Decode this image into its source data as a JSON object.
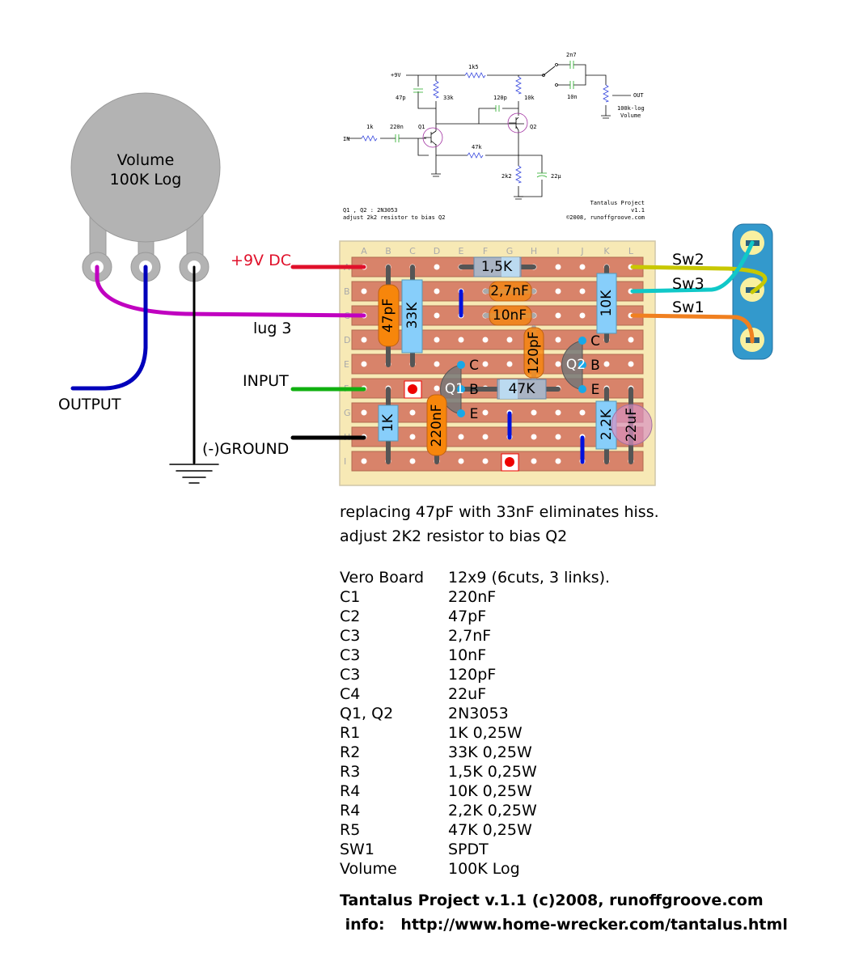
{
  "schematic": {
    "supply": "+9V",
    "r_1k5": "1k5",
    "c_47p": "47p",
    "r_33k": "33k",
    "c_120p": "120p",
    "r_10k": "10k",
    "in": "IN",
    "r_1k": "1k",
    "c_220n": "220n",
    "q1": "Q1",
    "q2": "Q2",
    "r_47k": "47k",
    "r_2k2": "2k2",
    "c_22u": "22μ",
    "c_2n7": "2n7",
    "c_10n": "10n",
    "out": "OUT",
    "pot1": "100k-log",
    "pot2": "Volume",
    "note1": "Q1 , Q2 : 2N3053",
    "note2": "adjust 2k2 resistor to bias Q2",
    "credit1": "Tantalus Project",
    "credit2": "v1.1",
    "credit3": "©2008, runoffgroove.com"
  },
  "pot": {
    "line1": "Volume",
    "line2": "100K Log"
  },
  "board": {
    "columns": [
      "A",
      "B",
      "C",
      "D",
      "E",
      "F",
      "G",
      "H",
      "I",
      "J",
      "K",
      "L"
    ],
    "rows": [
      "A",
      "B",
      "C",
      "D",
      "E",
      "F",
      "G",
      "H",
      "I"
    ],
    "components": {
      "r_1k5": "1,5K",
      "c_2n7": "2,7nF",
      "c_10n": "10nF",
      "c_47p": "47pF",
      "r_33k": "33K",
      "r_10k": "10K",
      "c_120p": "120pF",
      "q1": "Q1",
      "q2": "Q2",
      "r_47k": "47K",
      "r_1k": "1K",
      "c_220n": "220nF",
      "r_2k2": "2,2K",
      "c_22u": "22uF",
      "pin_c": "C",
      "pin_b": "B",
      "pin_e": "E"
    }
  },
  "wires": {
    "supply": "+9V DC",
    "lug3": "lug 3",
    "input": "INPUT",
    "output": "OUTPUT",
    "ground": "(-)GROUND",
    "sw2": "Sw2",
    "sw3": "Sw3",
    "sw1": "Sw1",
    "colors": {
      "supply": "#e0102a",
      "lug3": "#c000c0",
      "output": "#0000bb",
      "ground": "#000000",
      "input": "#10b010",
      "sw2": "#c8c800",
      "sw3": "#10c8c8",
      "sw1": "#f08020"
    }
  },
  "notes": [
    "replacing 47pF with 33nF eliminates hiss.",
    "adjust 2K2 resistor to bias Q2"
  ],
  "parts": [
    [
      "Vero Board",
      "12x9 (6cuts, 3 links)."
    ],
    [
      "C1",
      "220nF"
    ],
    [
      "C2",
      "47pF"
    ],
    [
      "C3",
      "2,7nF"
    ],
    [
      "C3",
      "10nF"
    ],
    [
      "C3",
      "120pF"
    ],
    [
      "C4",
      "22uF"
    ],
    [
      "Q1, Q2",
      "2N3053"
    ],
    [
      "R1",
      "1K 0,25W"
    ],
    [
      "R2",
      "33K 0,25W"
    ],
    [
      "R3",
      "1,5K 0,25W"
    ],
    [
      "R4",
      "10K 0,25W"
    ],
    [
      "R4",
      "2,2K 0,25W"
    ],
    [
      "R5",
      "47K 0,25W"
    ],
    [
      "SW1",
      "SPDT"
    ],
    [
      "Volume",
      "100K Log"
    ]
  ],
  "footer": {
    "line1": "Tantalus Project v.1.1 (c)2008, runoffgroove.com",
    "line2": " info:   http://www.home-wrecker.com/tantalus.html"
  }
}
